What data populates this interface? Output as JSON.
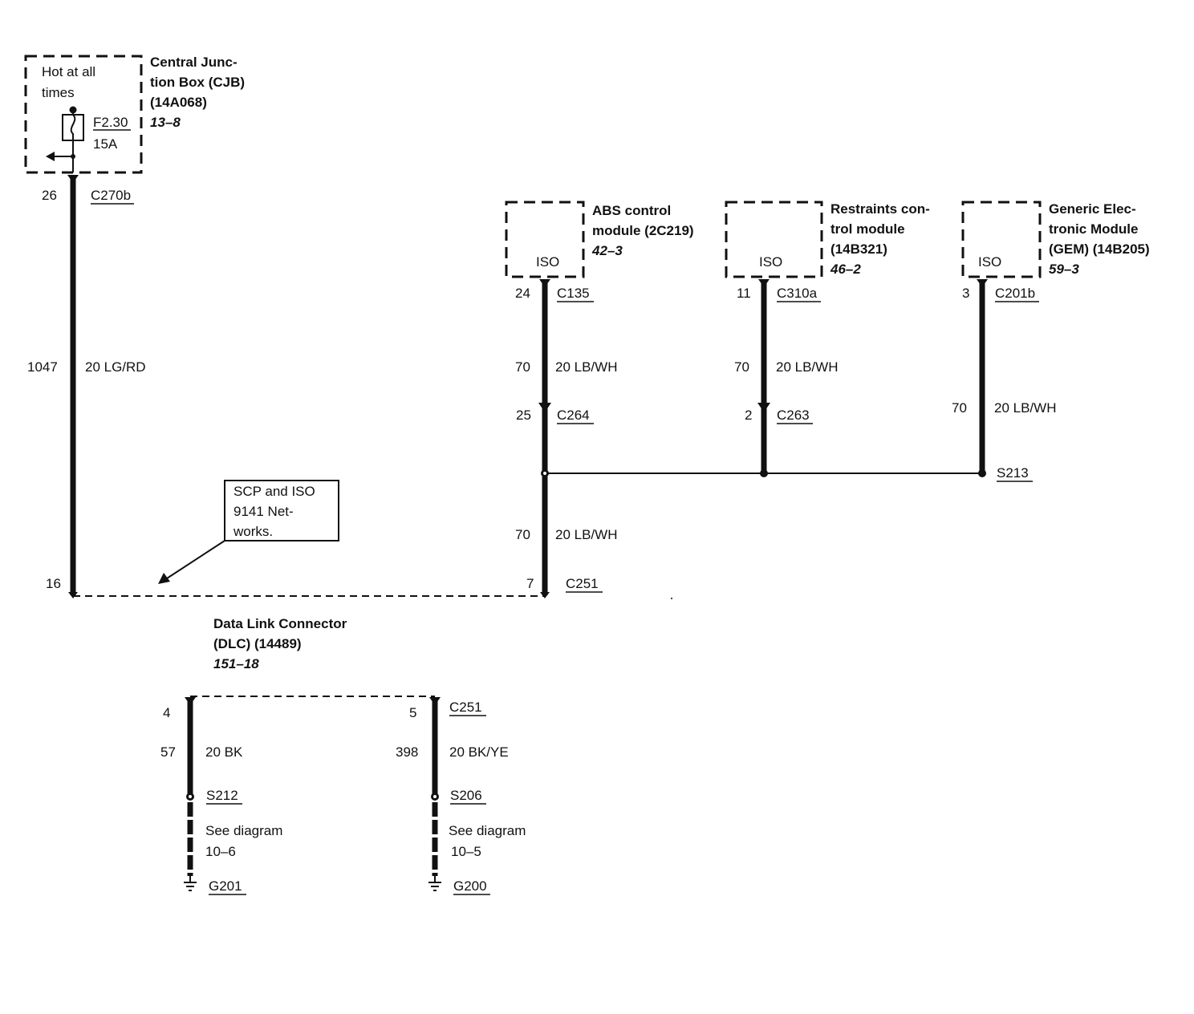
{
  "cjb": {
    "note_line1": "Hot at all",
    "note_line2": "times",
    "fuse_id": "F2.30",
    "fuse_rating": "15A",
    "title_line1": "Central Junc-",
    "title_line2": "tion Box (CJB)",
    "title_line3": "(14A068)",
    "ref": "13–8"
  },
  "main_wire": {
    "pin_top": "26",
    "connector": "C270b",
    "circuit": "1047",
    "gauge_color": "20 LG/RD",
    "pin_bottom": "16"
  },
  "abs": {
    "title_line1": "ABS control",
    "title_line2": "module (2C219)",
    "ref": "42–3",
    "iso": "ISO",
    "pin": "24",
    "connector": "C135",
    "circuit": "70",
    "gauge_color": "20 LB/WH",
    "pin2": "25",
    "connector2": "C264"
  },
  "restraints": {
    "title_line1": "Restraints con-",
    "title_line2": "trol module",
    "title_line3": "(14B321)",
    "ref": "46–2",
    "iso": "ISO",
    "pin": "11",
    "connector": "C310a",
    "circuit": "70",
    "gauge_color": "20 LB/WH",
    "pin2": "2",
    "connector2": "C263"
  },
  "gem": {
    "title_line1": "Generic Elec-",
    "title_line2": "tronic Module",
    "title_line3": "(GEM) (14B205)",
    "ref": "59–3",
    "iso": "ISO",
    "pin": "3",
    "connector": "C201b",
    "circuit": "70",
    "gauge_color": "20 LB/WH",
    "splice": "S213"
  },
  "dlc_feed": {
    "circuit": "70",
    "gauge_color": "20 LB/WH",
    "pin": "7",
    "connector": "C251"
  },
  "callout": {
    "line1": "SCP and ISO",
    "line2": "9141 Net-",
    "line3": "works."
  },
  "dlc": {
    "title_line1": "Data Link Connector",
    "title_line2": "(DLC) (14489)",
    "ref": "151–18",
    "connector": "C251"
  },
  "ground_left": {
    "pin": "4",
    "circuit": "57",
    "gauge_color": "20 BK",
    "splice": "S212",
    "see_line1": "See diagram",
    "see_line2": "10–6",
    "ground": "G201"
  },
  "ground_right": {
    "pin": "5",
    "circuit": "398",
    "gauge_color": "20 BK/YE",
    "splice": "S206",
    "see_line1": "See diagram",
    "see_line2": "10–5",
    "ground": "G200"
  }
}
